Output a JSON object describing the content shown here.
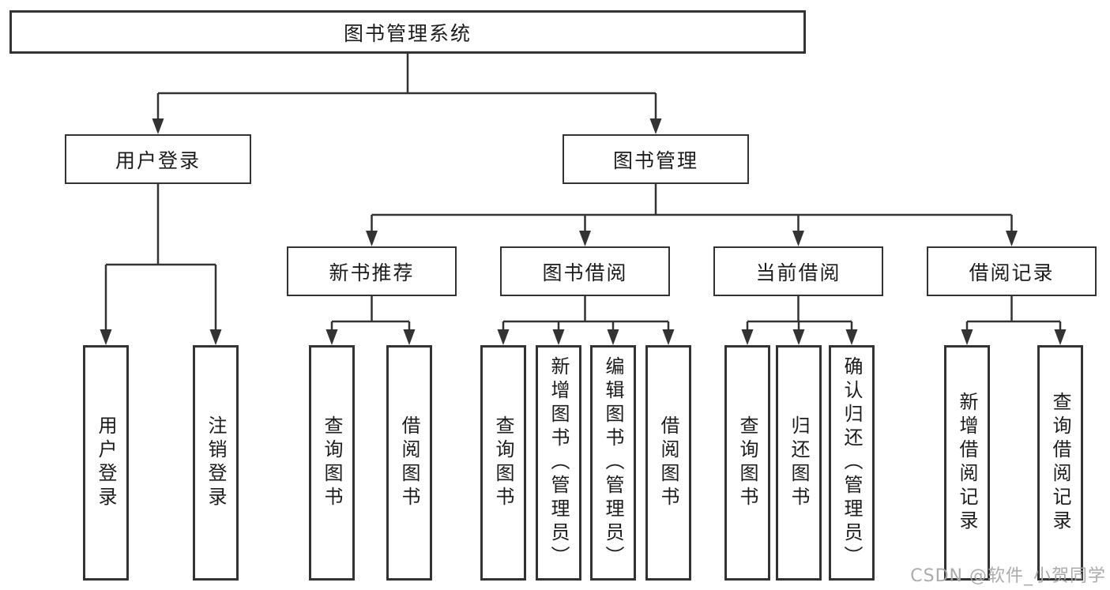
{
  "tree": {
    "root": {
      "label": "图书管理系统"
    },
    "branches": [
      {
        "label": "用户登录",
        "children": [
          {
            "label": "用户登录"
          },
          {
            "label": "注销登录"
          }
        ]
      },
      {
        "label": "图书管理",
        "children": [
          {
            "label": "新书推荐",
            "children": [
              {
                "label": "查询图书"
              },
              {
                "label": "借阅图书"
              }
            ]
          },
          {
            "label": "图书借阅",
            "children": [
              {
                "label": "查询图书"
              },
              {
                "label": "新增图书（管理员）"
              },
              {
                "label": "编辑图书（管理员）"
              },
              {
                "label": "借阅图书"
              }
            ]
          },
          {
            "label": "当前借阅",
            "children": [
              {
                "label": "查询图书"
              },
              {
                "label": "归还图书"
              },
              {
                "label": "确认归还（管理员）"
              }
            ]
          },
          {
            "label": "借阅记录",
            "children": [
              {
                "label": "新增借阅记录"
              },
              {
                "label": "查询借阅记录"
              }
            ]
          }
        ]
      }
    ]
  },
  "watermark": {
    "text": "CSDN @软件_小贺同学"
  },
  "colors": {
    "line": "#333333",
    "box_border": "#333333",
    "text": "#1c1c1c",
    "watermark": "#a6a6a6",
    "background": "#ffffff"
  }
}
